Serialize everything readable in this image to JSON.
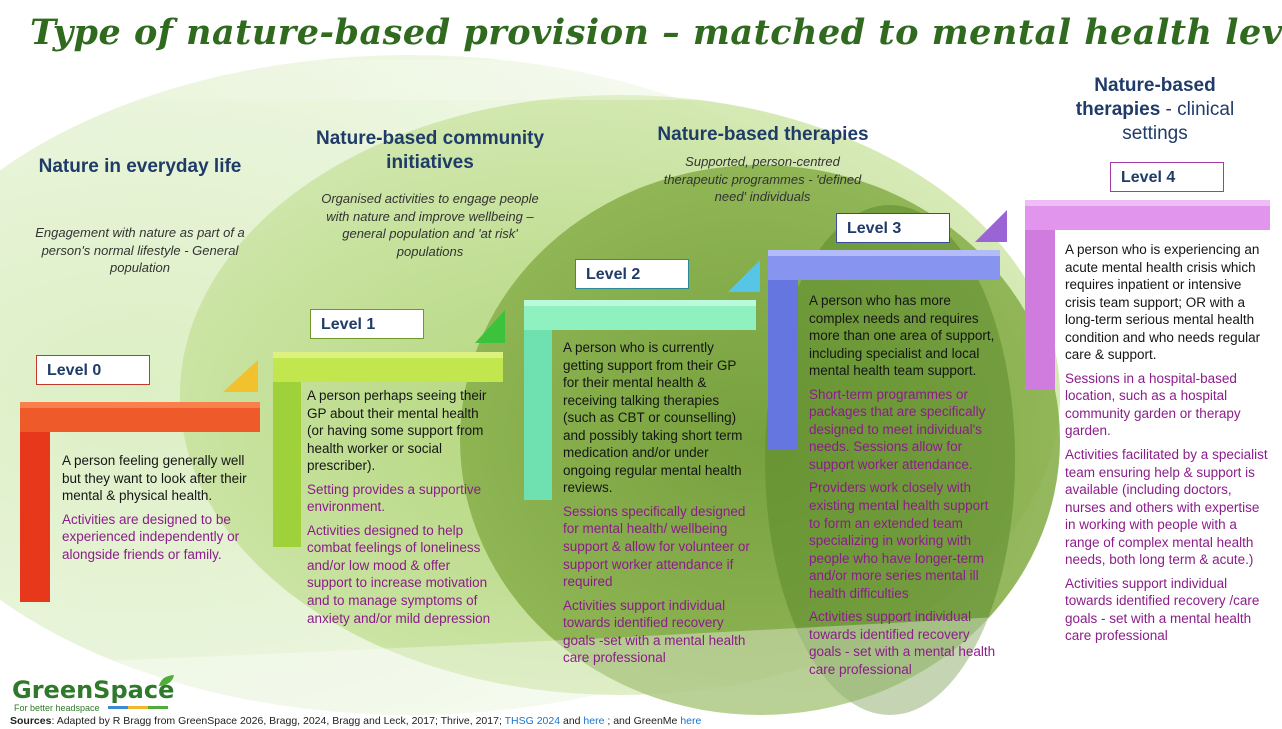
{
  "title": "Type of nature-based provision – matched to mental health levels",
  "columns": [
    {
      "heading": "Nature in everyday life",
      "subtitle": "Engagement with nature as part of a person's normal lifestyle - General population",
      "level": "Level 0",
      "description": "A person feeling generally well but they want to look after their mental & physical health.",
      "details": [
        "Activities are designed to be experienced independently or alongside friends or family."
      ]
    },
    {
      "heading": "Nature-based community initiatives",
      "subtitle": "Organised activities to engage people with nature and improve wellbeing – general population and 'at risk' populations",
      "level": "Level 1",
      "description": "A person  perhaps seeing their GP about their mental health (or having some support from health worker or social prescriber).",
      "details": [
        "Setting provides a supportive environment.",
        "Activities designed to help combat feelings of loneliness and/or low mood & offer support to increase motivation and to manage symptoms of anxiety and/or mild depression"
      ]
    },
    {
      "heading": "Nature-based therapies",
      "subtitle": "Supported, person-centred therapeutic programmes - 'defined need' individuals",
      "level": "Level 2",
      "description": "A person who is currently getting support from their GP for their mental health & receiving talking therapies (such as CBT or counselling) and possibly taking short term medication and/or under ongoing regular mental health reviews.",
      "details": [
        "Sessions specifically designed for mental health/ wellbeing support & allow for volunteer or support worker attendance if required",
        "Activities support individual towards identified recovery goals -set with a mental health care professional"
      ]
    },
    {
      "level": "Level 3",
      "description": "A person who has more complex needs and requires more than one area of support, including specialist and local mental health team support.",
      "details": [
        "Short-term programmes or packages that are specifically designed to meet individual's needs. Sessions allow for support worker attendance.",
        "Providers work closely with existing mental health support to form an extended team specializing in working with people who have longer-term and/or more series mental ill health difficulties",
        "Activities support individual towards identified recovery goals - set with a mental health care professional"
      ]
    },
    {
      "heading_bold": "Nature-based therapies",
      "heading_rest": " - clinical settings",
      "level": "Level 4",
      "description": "A person who is experiencing an acute mental health crisis which requires inpatient or intensive crisis team support; OR with a long-term serious mental health condition and who needs regular care & support.",
      "details": [
        "Sessions in a hospital-based location, such as a hospital community garden or therapy garden.",
        "Activities facilitated by a specialist team ensuring help & support is available (including doctors, nurses and others with expertise in working with people with a range of complex mental health needs, both long term & acute.)",
        "Activities support individual towards identified recovery /care goals - set with a mental health care professional"
      ]
    }
  ],
  "logo": {
    "name": "GreenSpace",
    "tagline": "For better headspace"
  },
  "sources": {
    "label": "Sources",
    "text1": ": Adapted by R Bragg from GreenSpace 2026, Bragg, 2024, Bragg and Leck, 2017; Thrive, 2017; ",
    "link1": "THSG 2024",
    "text2": "  and ",
    "link2": "here",
    "text3": " ; and GreenMe ",
    "link3": "here"
  },
  "colors": {
    "title": "#2f6a1e",
    "heading": "#1f3b68",
    "detail": "#8b1d8a",
    "level0": "#e8381c",
    "level1": "#b5df3a",
    "level2": "#7ee3a8",
    "level3": "#6f7ee6",
    "level4": "#d67ee0"
  }
}
